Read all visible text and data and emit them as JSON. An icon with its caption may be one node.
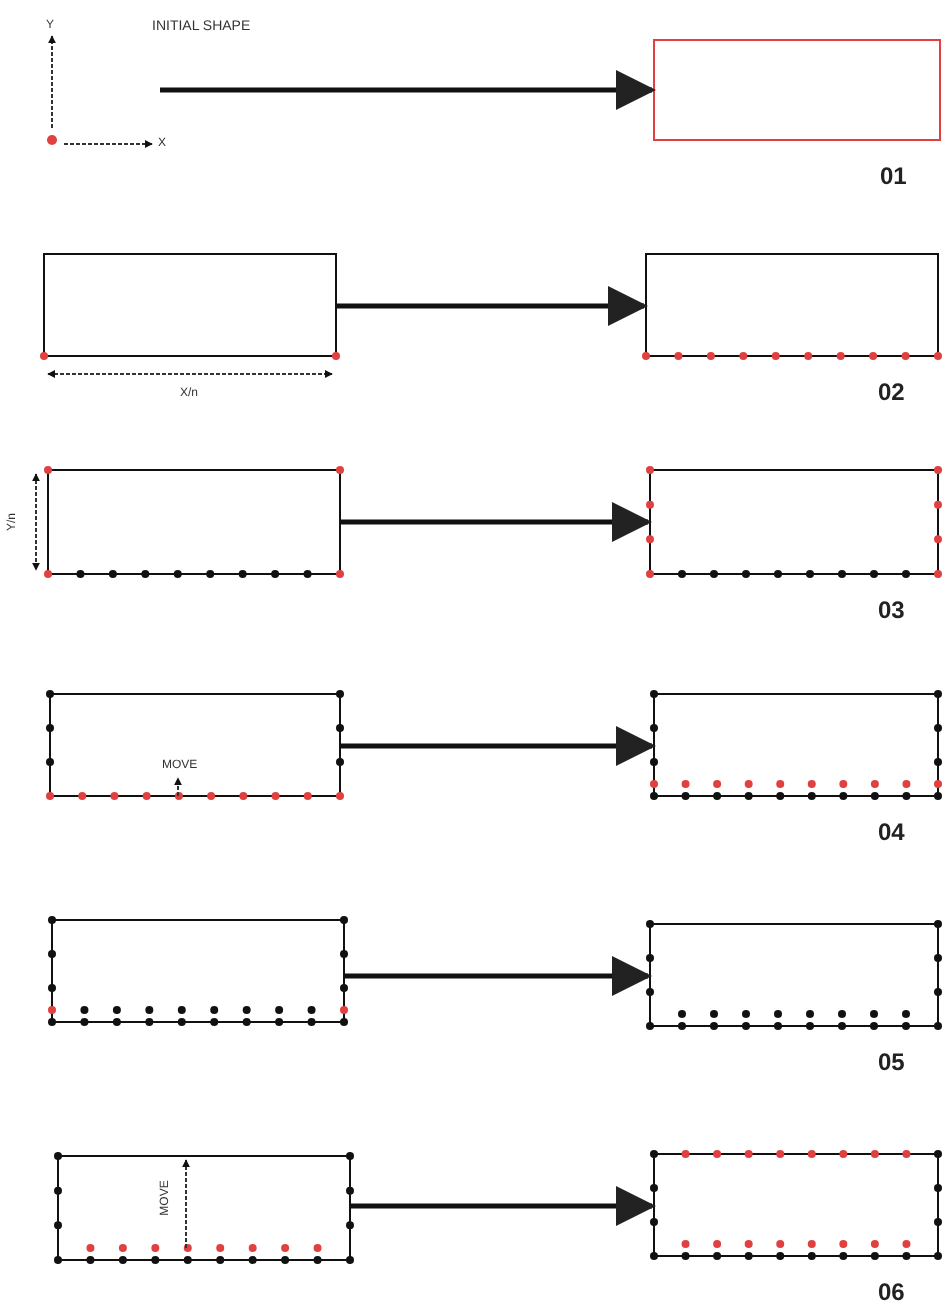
{
  "diagram": {
    "nodes": [
      {
        "text": [],
        "shape": "picture"
      },
      {
        "text": [],
        "shape": "box",
        "beside": [
          "01"
        ]
      },
      {
        "text": [],
        "shape": "box"
      },
      {
        "text": [],
        "shape": "box",
        "beside": [
          "02"
        ]
      },
      {
        "text": [],
        "shape": "box"
      },
      {
        "text": [],
        "shape": "box",
        "beside": [
          "03"
        ]
      },
      {
        "text": [],
        "shape": "box"
      },
      {
        "text": [],
        "shape": "box",
        "beside": [
          "04"
        ]
      },
      {
        "text": [],
        "shape": "box"
      },
      {
        "text": [],
        "shape": "box",
        "beside": [
          "05"
        ]
      },
      {
        "text": [],
        "shape": "box"
      },
      {
        "text": [],
        "shape": "box",
        "beside": [
          "06"
        ]
      }
    ],
    "edges": [
      {
        "from": 0,
        "to": 1,
        "arrow": "to"
      },
      {
        "from": 2,
        "to": 3,
        "arrow": "to"
      },
      {
        "from": 4,
        "to": 5,
        "arrow": "to"
      },
      {
        "from": 6,
        "to": 7,
        "arrow": "to"
      },
      {
        "from": 8,
        "to": 9,
        "arrow": "to"
      },
      {
        "from": 10,
        "to": 11,
        "arrow": "to"
      }
    ],
    "labels": [
      "Y",
      "INITIAL SHAPE",
      "X",
      "X/n",
      "Y/n",
      "MOVE",
      "MOVE"
    ]
  }
}
